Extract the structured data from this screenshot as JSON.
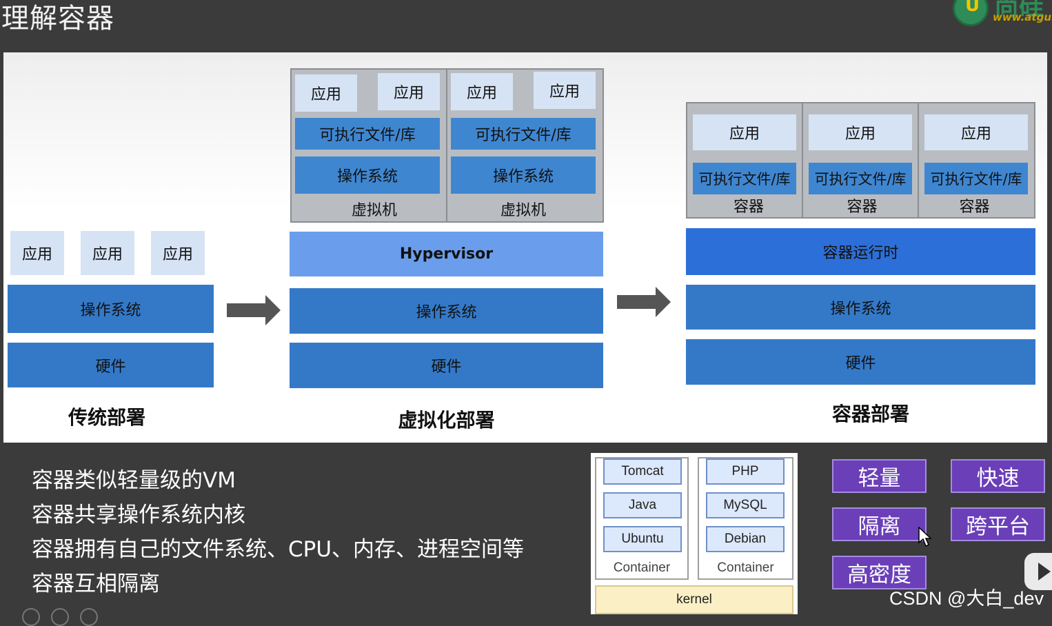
{
  "header": {
    "title": "理解容器",
    "logo_text": "尚硅",
    "logo_url": "www.atgui"
  },
  "traditional": {
    "apps": [
      "应用",
      "应用",
      "应用"
    ],
    "os": "操作系统",
    "hardware": "硬件",
    "caption": "传统部署"
  },
  "virtualized": {
    "vm1": {
      "apps": [
        "应用",
        "应用"
      ],
      "bins": "可执行文件/库",
      "os": "操作系统",
      "label": "虚拟机"
    },
    "vm2": {
      "apps": [
        "应用",
        "应用"
      ],
      "bins": "可执行文件/库",
      "os": "操作系统",
      "label": "虚拟机"
    },
    "hypervisor": "Hypervisor",
    "os": "操作系统",
    "hardware": "硬件",
    "caption": "虚拟化部署"
  },
  "container": {
    "containers": [
      {
        "app": "应用",
        "bins": "可执行文件/库",
        "label": "容器"
      },
      {
        "app": "应用",
        "bins": "可执行文件/库",
        "label": "容器"
      },
      {
        "app": "应用",
        "bins": "可执行文件/库",
        "label": "容器"
      }
    ],
    "runtime": "容器运行时",
    "os": "操作系统",
    "hardware": "硬件",
    "caption": "容器部署"
  },
  "bullets": [
    "容器类似轻量级的VM",
    "容器共享操作系统内核",
    "容器拥有自己的文件系统、CPU、内存、进程空间等",
    "容器互相隔离"
  ],
  "stack_diagram": {
    "left": {
      "items": [
        "Tomcat",
        "Java",
        "Ubuntu"
      ],
      "label": "Container"
    },
    "right": {
      "items": [
        "PHP",
        "MySQL",
        "Debian"
      ],
      "label": "Container"
    },
    "kernel": "kernel"
  },
  "features": [
    "轻量",
    "快速",
    "隔离",
    "跨平台",
    "高密度"
  ],
  "watermark": "CSDN @大白_dev",
  "colors": {
    "light_box": "#d6e3f5",
    "blue_box": "#3479c8",
    "hypervisor": "#6a9eec",
    "runtime": "#2d6fd8",
    "feature_tag": "#6a3fb8"
  }
}
